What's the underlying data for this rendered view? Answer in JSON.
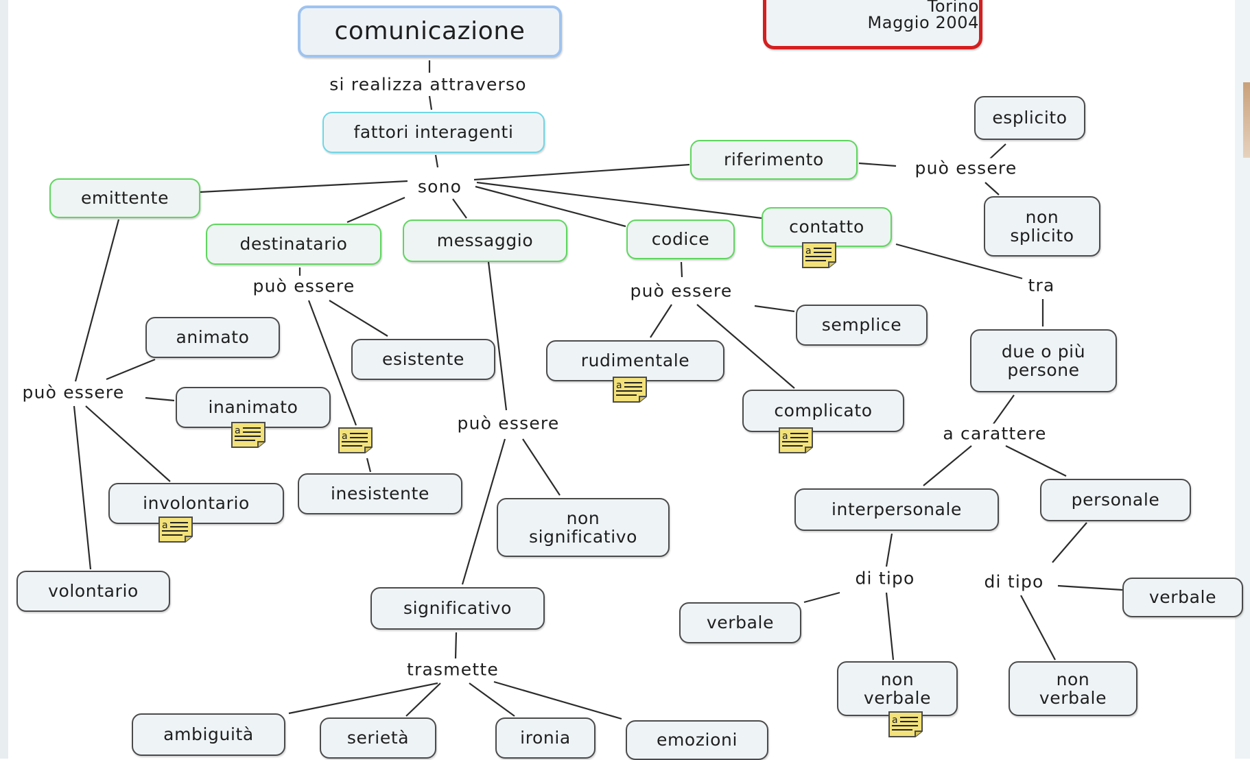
{
  "title": "comunicazione",
  "header_box": {
    "line1": "Torino",
    "line2": "Maggio 2004"
  },
  "nodes": {
    "fattori": "fattori interagenti",
    "emittente": "emittente",
    "destinatario": "destinatario",
    "messaggio": "messaggio",
    "codice": "codice",
    "contatto": "contatto",
    "riferimento": "riferimento",
    "esplicito": "esplicito",
    "non_splicito": "non\nsplicito",
    "animato": "animato",
    "inanimato": "inanimato",
    "involontario": "involontario",
    "volontario": "volontario",
    "esistente": "esistente",
    "inesistente": "inesistente",
    "non_significativo": "non\nsignificativo",
    "significativo": "significativo",
    "ambiguita": "ambiguità",
    "serieta": "serietà",
    "ironia": "ironia",
    "emozioni": "emozioni",
    "rudimentale": "rudimentale",
    "complicato": "complicato",
    "semplice": "semplice",
    "due_o_piu": "due o più\npersone",
    "interpersonale": "interpersonale",
    "personale": "personale",
    "verbale_1": "verbale",
    "non_verbale_1": "non\nverbale",
    "verbale_2": "verbale",
    "non_verbale_2": "non\nverbale"
  },
  "links": {
    "si_realizza": "si realizza attraverso",
    "sono": "sono",
    "puo_essere_rif": "può essere",
    "puo_essere_emit": "può essere",
    "puo_essere_dest": "può essere",
    "puo_essere_msg": "può essere",
    "puo_essere_cod": "può essere",
    "tra": "tra",
    "a_carattere": "a carattere",
    "di_tipo_1": "di tipo",
    "di_tipo_2": "di tipo",
    "trasmette": "trasmette"
  },
  "icons": [
    "note-icon"
  ],
  "colors": {
    "concept_fill": "#eef3f6",
    "green_border": "#5ed65e",
    "cyan_border": "#6fd7e6",
    "blue_border": "#9ec3ef",
    "red_border": "#d41f1f",
    "note_fill": "#f3e27a"
  }
}
